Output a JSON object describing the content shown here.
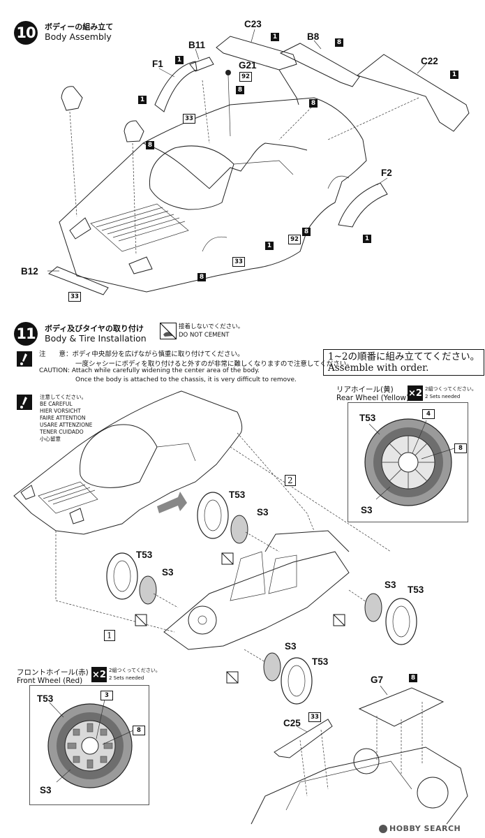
{
  "step10": {
    "number": "10",
    "title_jp": "ボディーの組み立て",
    "title_en": "Body Assembly",
    "part_labels": [
      "C23",
      "B11",
      "G21",
      "B8",
      "C22",
      "F1",
      "F2",
      "B12"
    ],
    "tags": [
      "1",
      "8",
      "33",
      "92"
    ]
  },
  "step11": {
    "number": "11",
    "title_jp": "ボディ及びタイヤの取り付け",
    "title_en": "Body & Tire Installation",
    "no_cement_jp": "接着しないでください。",
    "no_cement_en": "DO NOT CEMENT",
    "caution_jp_1": "注　　意：ボディ中央部分を広げながら慎重に取り付けてください。",
    "caution_jp_2": "一度シャシーにボディを取り付けると外すのが非常に難しくなりますので注意してください。",
    "caution_en_1": "CAUTION: Attach while carefully widening the center area of the body.",
    "caution_en_2": "Once the body is attached to the chassis, it is very difficult to remove.",
    "careful_lines": [
      "注意してください。",
      "BE CAREFUL",
      "HIER VORSICHT",
      "FAIRE ATTENTION",
      "USARE ATTENZIONE",
      "TENER CUIDADO",
      "小心留意"
    ],
    "order_jp": "1~2の順番に組み立ててください。",
    "order_en": "Assemble with order.",
    "frame1": "1",
    "frame2": "2",
    "rear_wheel_jp": "リアホイール(黄)",
    "rear_wheel_en": "Rear Wheel (Yellow)",
    "front_wheel_jp": "フロントホイール(赤)",
    "front_wheel_en": "Front Wheel (Red)",
    "x2": "×2",
    "sets_jp": "2組つくってください。",
    "sets_en": "2 Sets needed",
    "labels": {
      "t53": "T53",
      "s3": "S3",
      "g7": "G7",
      "c25": "C25"
    },
    "rear_tags": [
      "4",
      "8"
    ],
    "front_tags": [
      "3",
      "8"
    ]
  },
  "watermark": "HOBBY SEARCH"
}
